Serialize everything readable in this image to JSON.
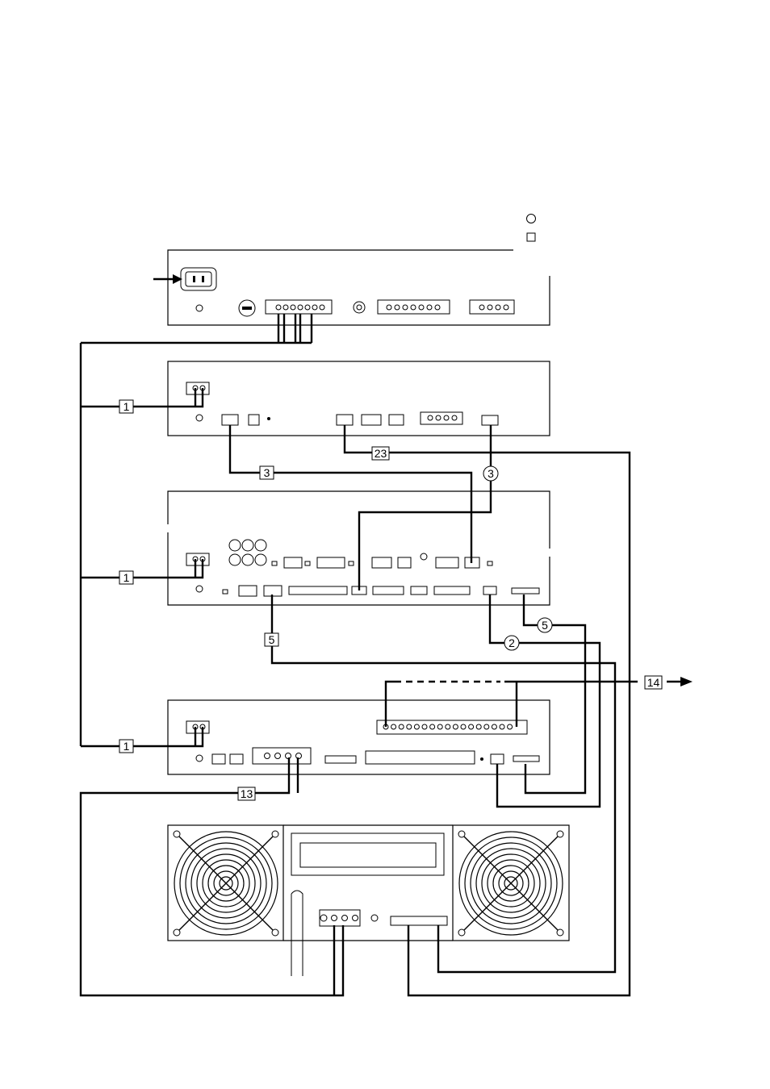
{
  "legend": {
    "circle_symbol": "circle-marker",
    "square_symbol": "square-marker"
  },
  "cable_labels": {
    "power_unit_1": "1",
    "power_unit_2": "1",
    "power_unit_3": "1",
    "cable_3_square": "3",
    "cable_3_circle": "3",
    "cable_23": "23",
    "cable_5_square": "5",
    "cable_5_circle": "5",
    "cable_2_circle": "2",
    "cable_14": "14",
    "cable_13": "13"
  },
  "colors": {
    "line": "#000000",
    "background": "#ffffff"
  }
}
